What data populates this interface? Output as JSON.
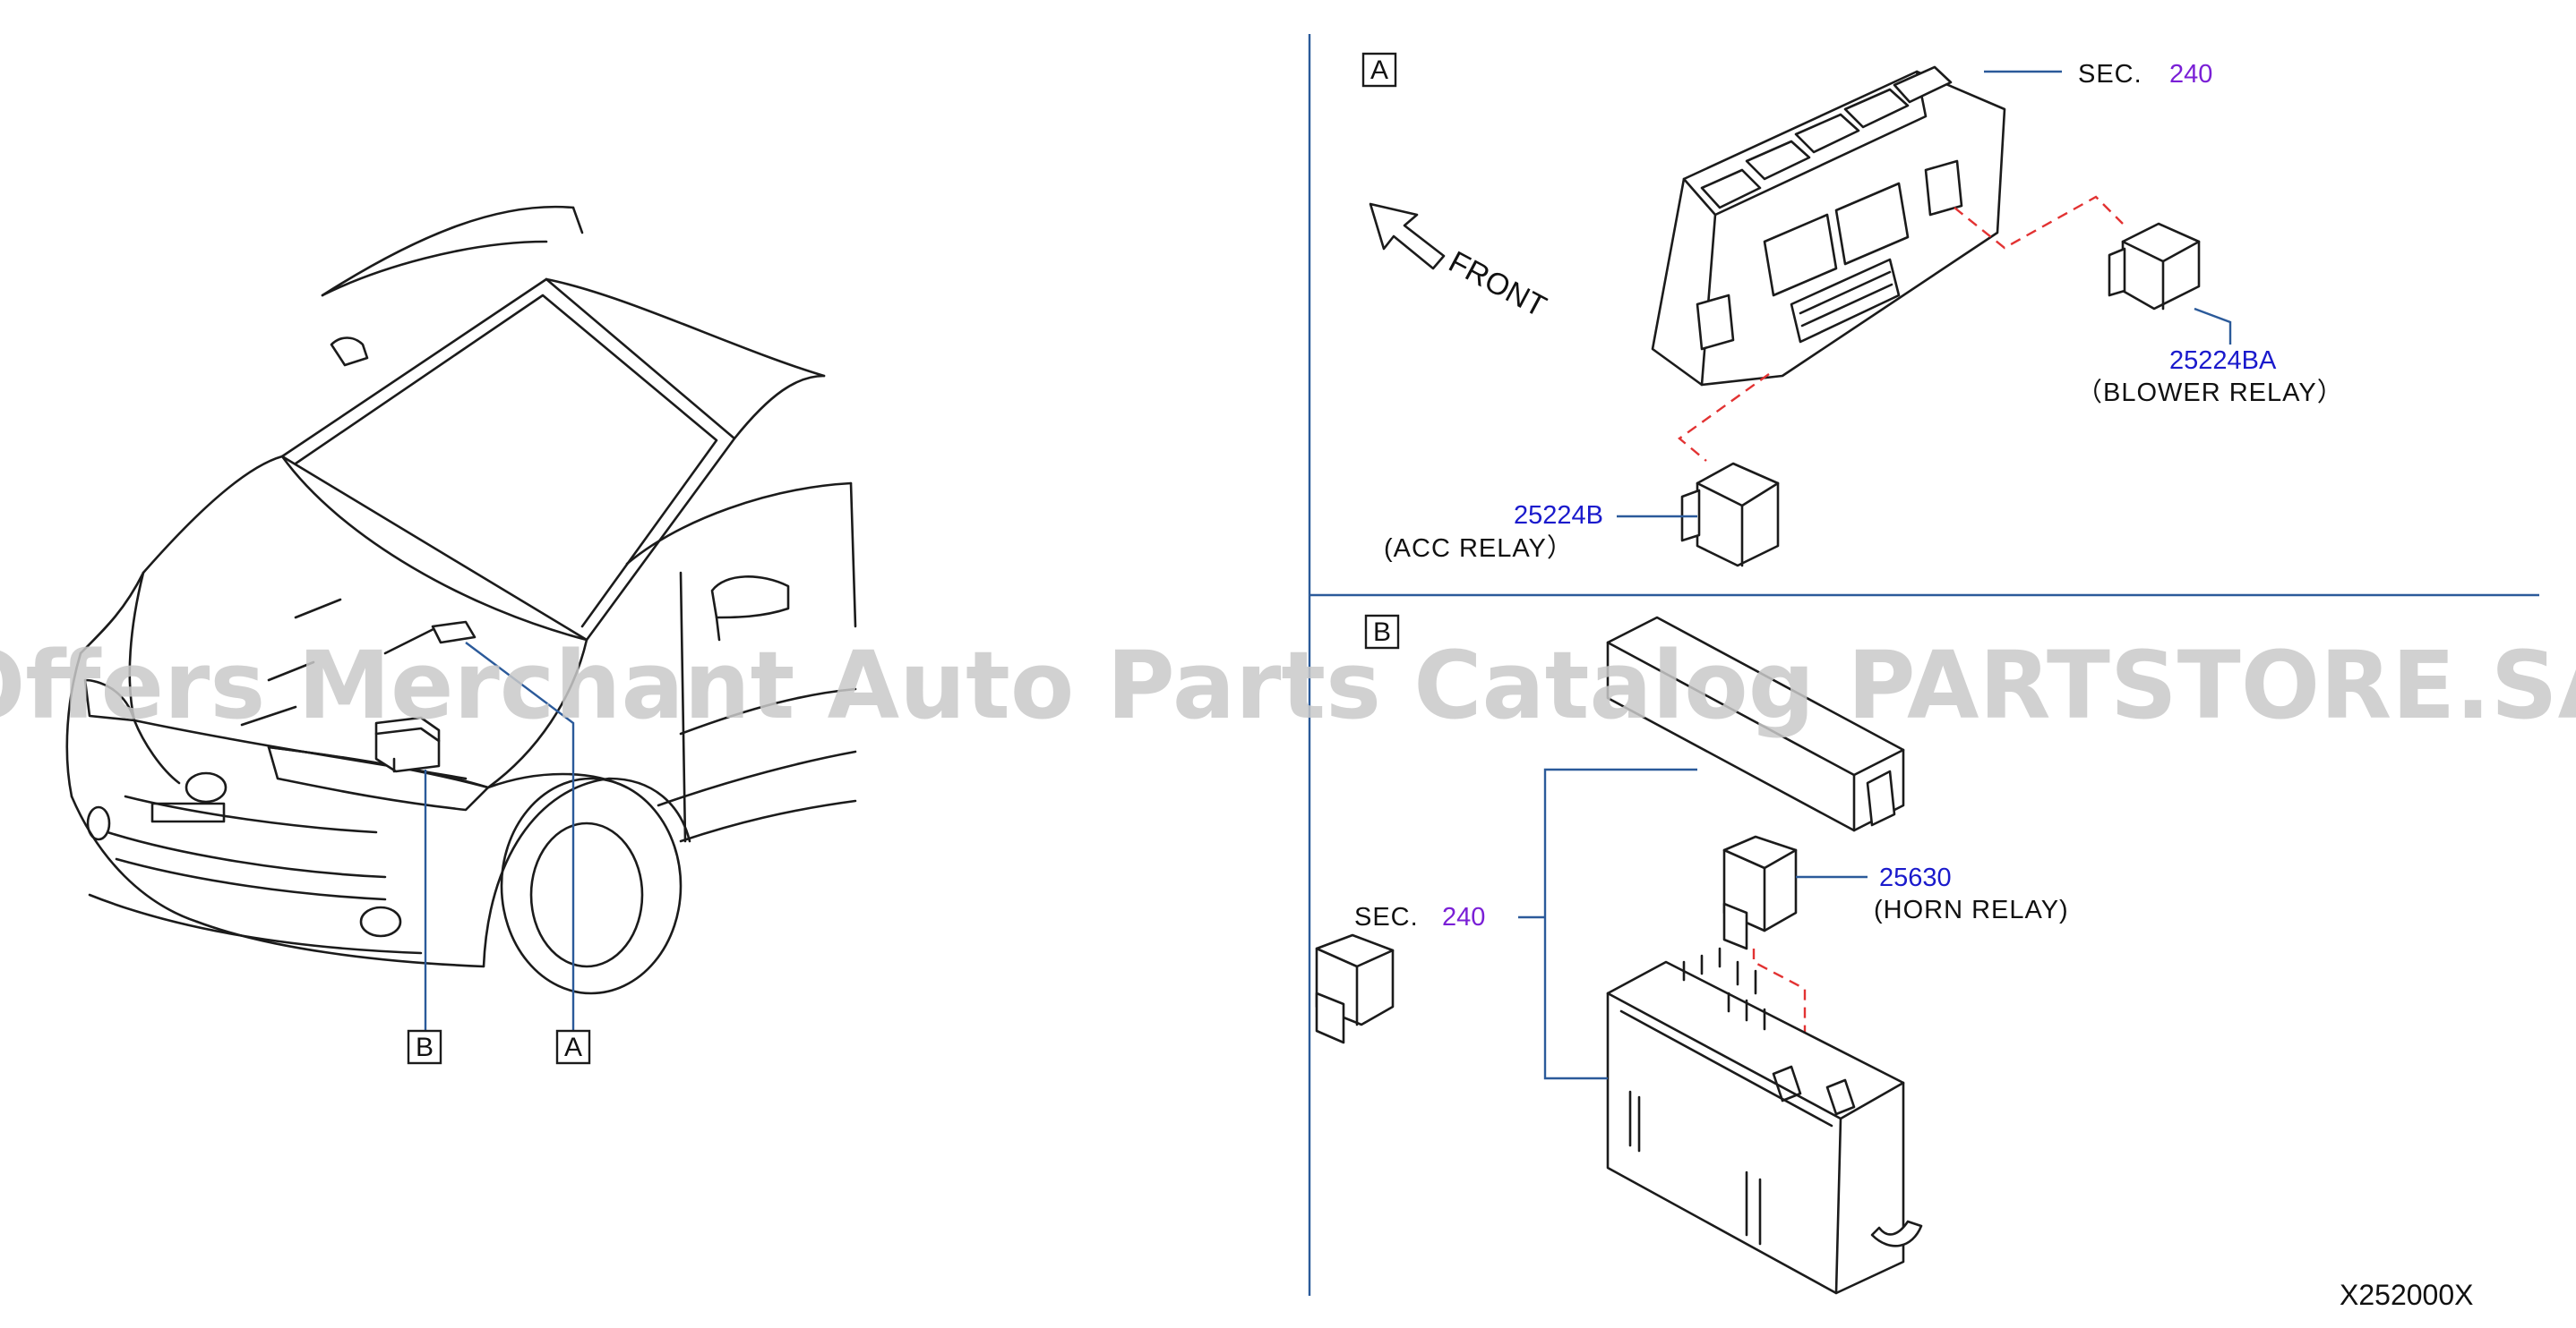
{
  "watermark": "Offers Merchant Auto Parts Catalog PARTSTORE.SA",
  "diagram_code": "X252000X",
  "vehicle_callouts": {
    "b": "B",
    "a": "A"
  },
  "view_a": {
    "box": "A",
    "front": "FRONT",
    "sec_prefix": "SEC.",
    "sec_number": "240",
    "parts": [
      {
        "number": "25224BA",
        "name": "（BLOWER   RELAY）"
      },
      {
        "number": "25224B",
        "name": "(ACC   RELAY）"
      }
    ]
  },
  "view_b": {
    "box": "B",
    "sec_prefix": "SEC.",
    "sec_number": "240",
    "parts": [
      {
        "number": "25630",
        "name": "(HORN   RELAY)"
      }
    ]
  },
  "colors": {
    "leader": "#2b5a9a",
    "part_number": "#1a1acc",
    "section_ref": "#7a1fd6",
    "dashed_link": "#e23232"
  }
}
